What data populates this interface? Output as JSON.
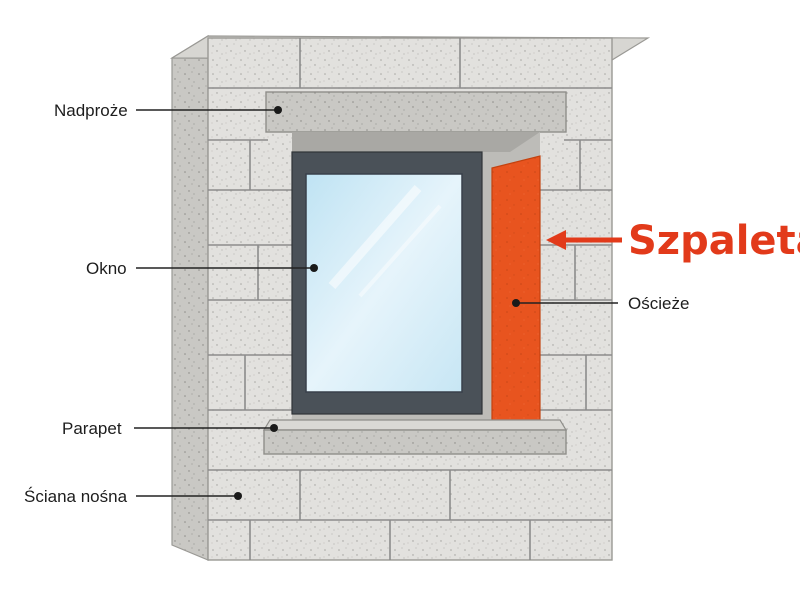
{
  "labels": {
    "lintel": "Nadproże",
    "window": "Okno",
    "sill": "Parapet",
    "wall": "Ściana nośna",
    "reveal": "Ościeże",
    "highlight": "Szpaleta"
  },
  "colors": {
    "highlight": "#e23a1a",
    "reveal_fill": "#e8541f",
    "frame": "#4a5158",
    "glass": "#cfe9f5",
    "masonry": "#e2e1de",
    "wall_side": "#c9c8c4",
    "concrete": "#cfcdc8"
  }
}
